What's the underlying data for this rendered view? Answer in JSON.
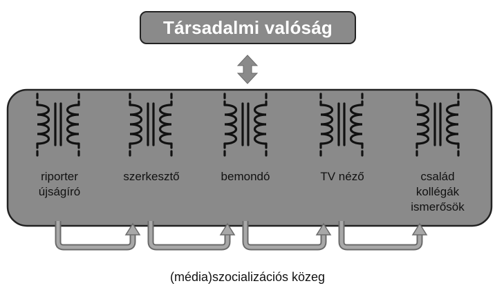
{
  "title": "Társadalmi valóság",
  "nodes": [
    {
      "id": "reporter",
      "lines": [
        "riporter",
        "újságíró"
      ]
    },
    {
      "id": "editor",
      "lines": [
        "szerkesztő"
      ]
    },
    {
      "id": "announcer",
      "lines": [
        "bemondó"
      ]
    },
    {
      "id": "viewer",
      "lines": [
        "TV néző"
      ]
    },
    {
      "id": "family",
      "lines": [
        "család",
        "kollégák",
        "ismerősök"
      ]
    }
  ],
  "footer": "(média)szocializációs közeg",
  "colors": {
    "panel_fill": "#8a8a8a",
    "panel_stroke": "#222222",
    "arrow_fill": "#8a8a8a",
    "arrow_stroke": "#5a5a5a",
    "coil_stroke": "#111111",
    "text": "#111111",
    "title_text": "#ffffff"
  },
  "icons": [
    "transformer-icon",
    "double-arrow-icon",
    "flow-arrow-icon"
  ]
}
